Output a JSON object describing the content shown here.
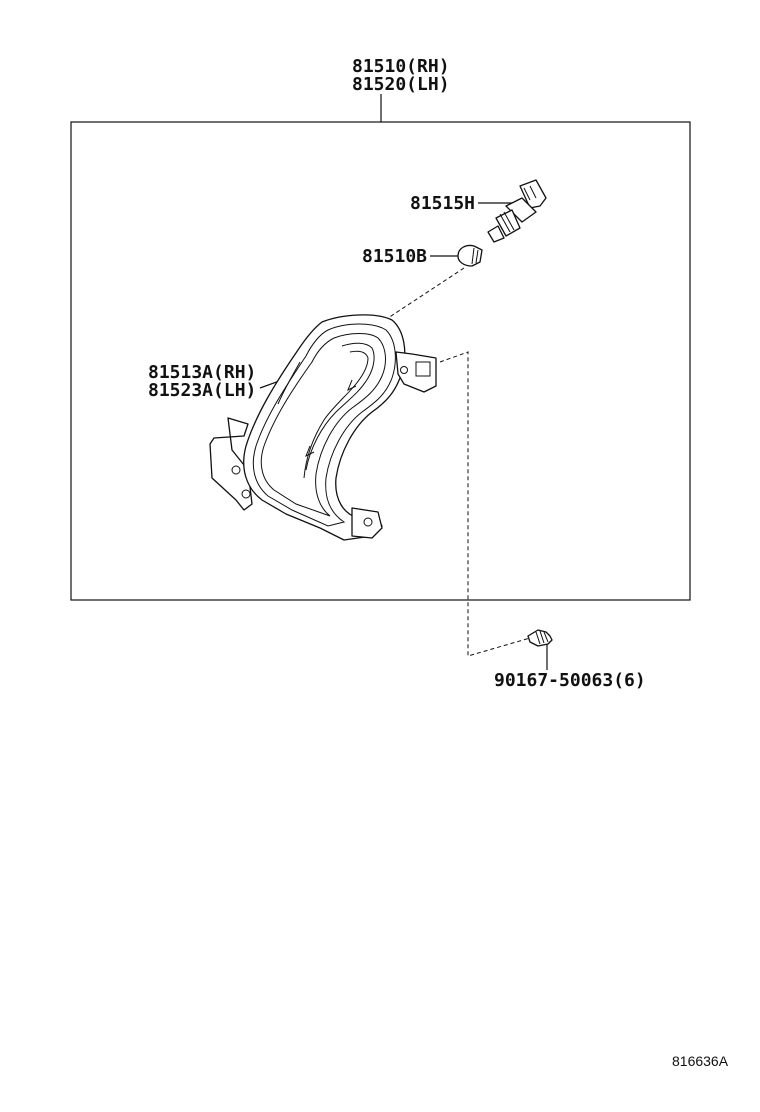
{
  "assembly": {
    "part_rh": "81510(RH)",
    "part_lh": "81520(LH)"
  },
  "parts": {
    "socket": "81515H",
    "bulb": "81510B",
    "lens_rh": "81513A(RH)",
    "lens_lh": "81523A(LH)",
    "screw": "90167-50063(6)"
  },
  "figure_ref": "816636A"
}
